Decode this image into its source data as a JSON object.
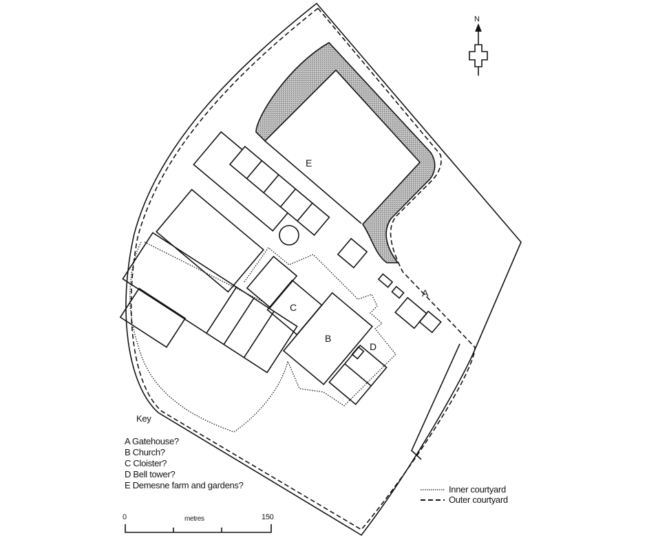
{
  "north": {
    "label": "N"
  },
  "plan_labels": {
    "a": "A",
    "b": "B",
    "c": "C",
    "d": "D",
    "e": "E"
  },
  "key": {
    "title": "Key",
    "items": [
      {
        "letter": "A",
        "text": "Gatehouse?"
      },
      {
        "letter": "B",
        "text": "Church?"
      },
      {
        "letter": "C",
        "text": "Cloister?"
      },
      {
        "letter": "D",
        "text": "Bell tower?"
      },
      {
        "letter": "E",
        "text": "Demesne farm and gardens?"
      }
    ]
  },
  "legend": {
    "inner": "Inner courtyard",
    "outer": "Outer courtyard"
  },
  "scale": {
    "start": "0",
    "unit": "metres",
    "end": "150"
  },
  "colors": {
    "ink": "#111111",
    "moat": "#9a9a9a"
  }
}
